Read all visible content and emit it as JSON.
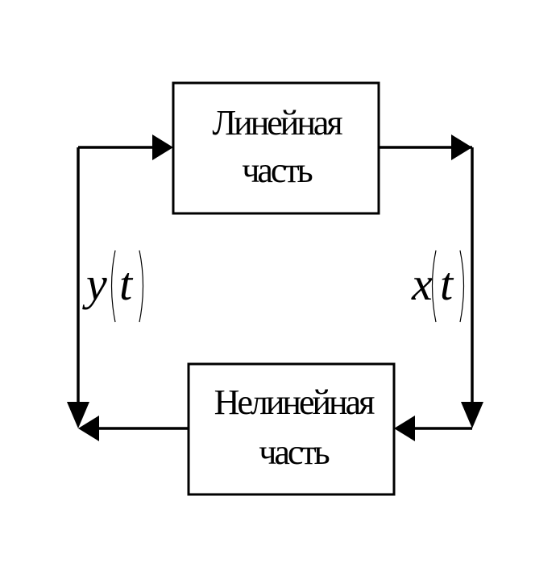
{
  "blocks": {
    "linear": {
      "line1": "Линейная",
      "line2": "часть"
    },
    "nonlinear": {
      "line1": "Нелинейная",
      "line2": "часть"
    }
  },
  "signals": {
    "left": {
      "var": "y",
      "arg": "t"
    },
    "right": {
      "var": "x",
      "arg": "t"
    }
  },
  "colors": {
    "stroke": "#000000",
    "background": "#ffffff"
  }
}
